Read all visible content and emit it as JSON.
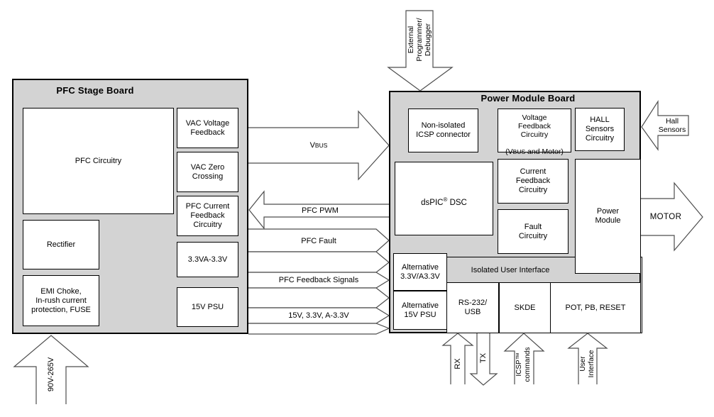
{
  "diagram": {
    "pfc_board": {
      "title": "PFC Stage Board",
      "pfc_circuitry": "PFC Circuitry",
      "vac_voltage_feedback": "VAC Voltage\nFeedback",
      "vac_zero_crossing": "VAC Zero\nCrossing",
      "pfc_current_feedback": "PFC Current\nFeedback\nCircuitry",
      "rectifier": "Rectifier",
      "emi_choke": "EMI Choke,\nIn-rush current\nprotection, FUSE",
      "v33va": "3.3VA-3.3V",
      "psu15": "15V PSU"
    },
    "power_board": {
      "title": "Power Module Board",
      "icsp_connector": "Non-isolated\nICSP connector",
      "voltage_feedback": {
        "main": "Voltage\nFeedback\nCircuitry",
        "paren_open": "(V",
        "paren_small": "BUS",
        "paren_rest": " and Motor)"
      },
      "hall_circuitry": "HALL\nSensors\nCircuitry",
      "dspic": {
        "pre": "dsPIC",
        "sup": "®",
        "post": " DSC"
      },
      "current_feedback": "Current\nFeedback\nCircuitry",
      "fault_circuitry": "Fault\nCircuitry",
      "power_module": "Power\nModule",
      "alt_33": "Alternative\n3.3V/A3.3V",
      "alt_15": "Alternative\n15V PSU",
      "isolated_ui_label": "Isolated User Interface",
      "rs232_usb": "RS-232/\nUSB",
      "skde": "SKDE",
      "pot_pb_reset": "POT, PB, RESET"
    },
    "signals": {
      "vbus_v": "V",
      "vbus_bus": "BUS",
      "pfc_pwm": "PFC PWM",
      "pfc_fault": "PFC Fault",
      "pfc_feedback_signals": "PFC Feedback Signals",
      "rails": "15V, 3.3V, A-3.3V"
    },
    "external": {
      "programmer": "External\nProgrammer/\nDebugger",
      "mains": "90V-265V",
      "rx": "RX",
      "tx": "TX",
      "icsp_commands": "ICSP™\ncommands",
      "user_interface": "User\nInterface",
      "hall_sensors": "Hall\nSensors",
      "motor": "MOTOR"
    },
    "colors": {
      "board_fill": "#d3d3d3",
      "line": "#000000",
      "arrow_outline": "#4d4d4d"
    }
  }
}
